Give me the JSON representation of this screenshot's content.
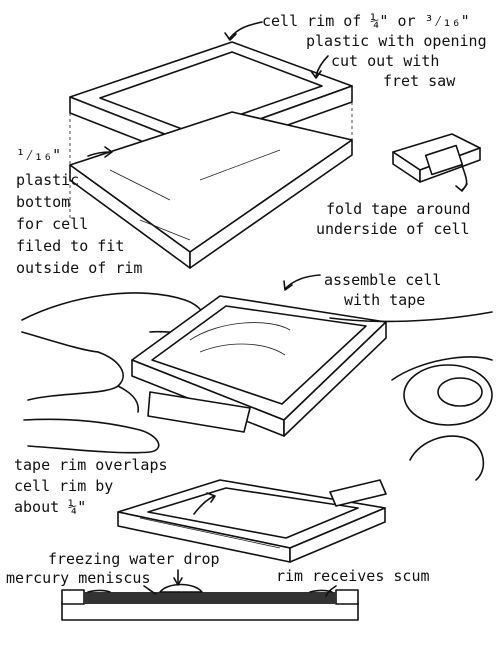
{
  "labels": {
    "cell_rim": [
      "cell rim  of  ¼\" or ³⁄₁₆\"",
      "plastic with opening",
      "cut out with",
      "fret saw"
    ],
    "bottom": [
      "¹⁄₁₆\"",
      "plastic",
      "bottom",
      "for cell",
      "filed to fit",
      "outside of rim"
    ],
    "fold_tape": [
      "fold tape around",
      "underside of cell"
    ],
    "assemble": [
      "assemble cell",
      "with tape"
    ],
    "overlap": [
      "tape rim  overlaps",
      "cell rim  by",
      "about ¼\""
    ],
    "drop": "freezing water drop",
    "meniscus": "mercury meniscus",
    "scum": "rim  receives scum"
  }
}
